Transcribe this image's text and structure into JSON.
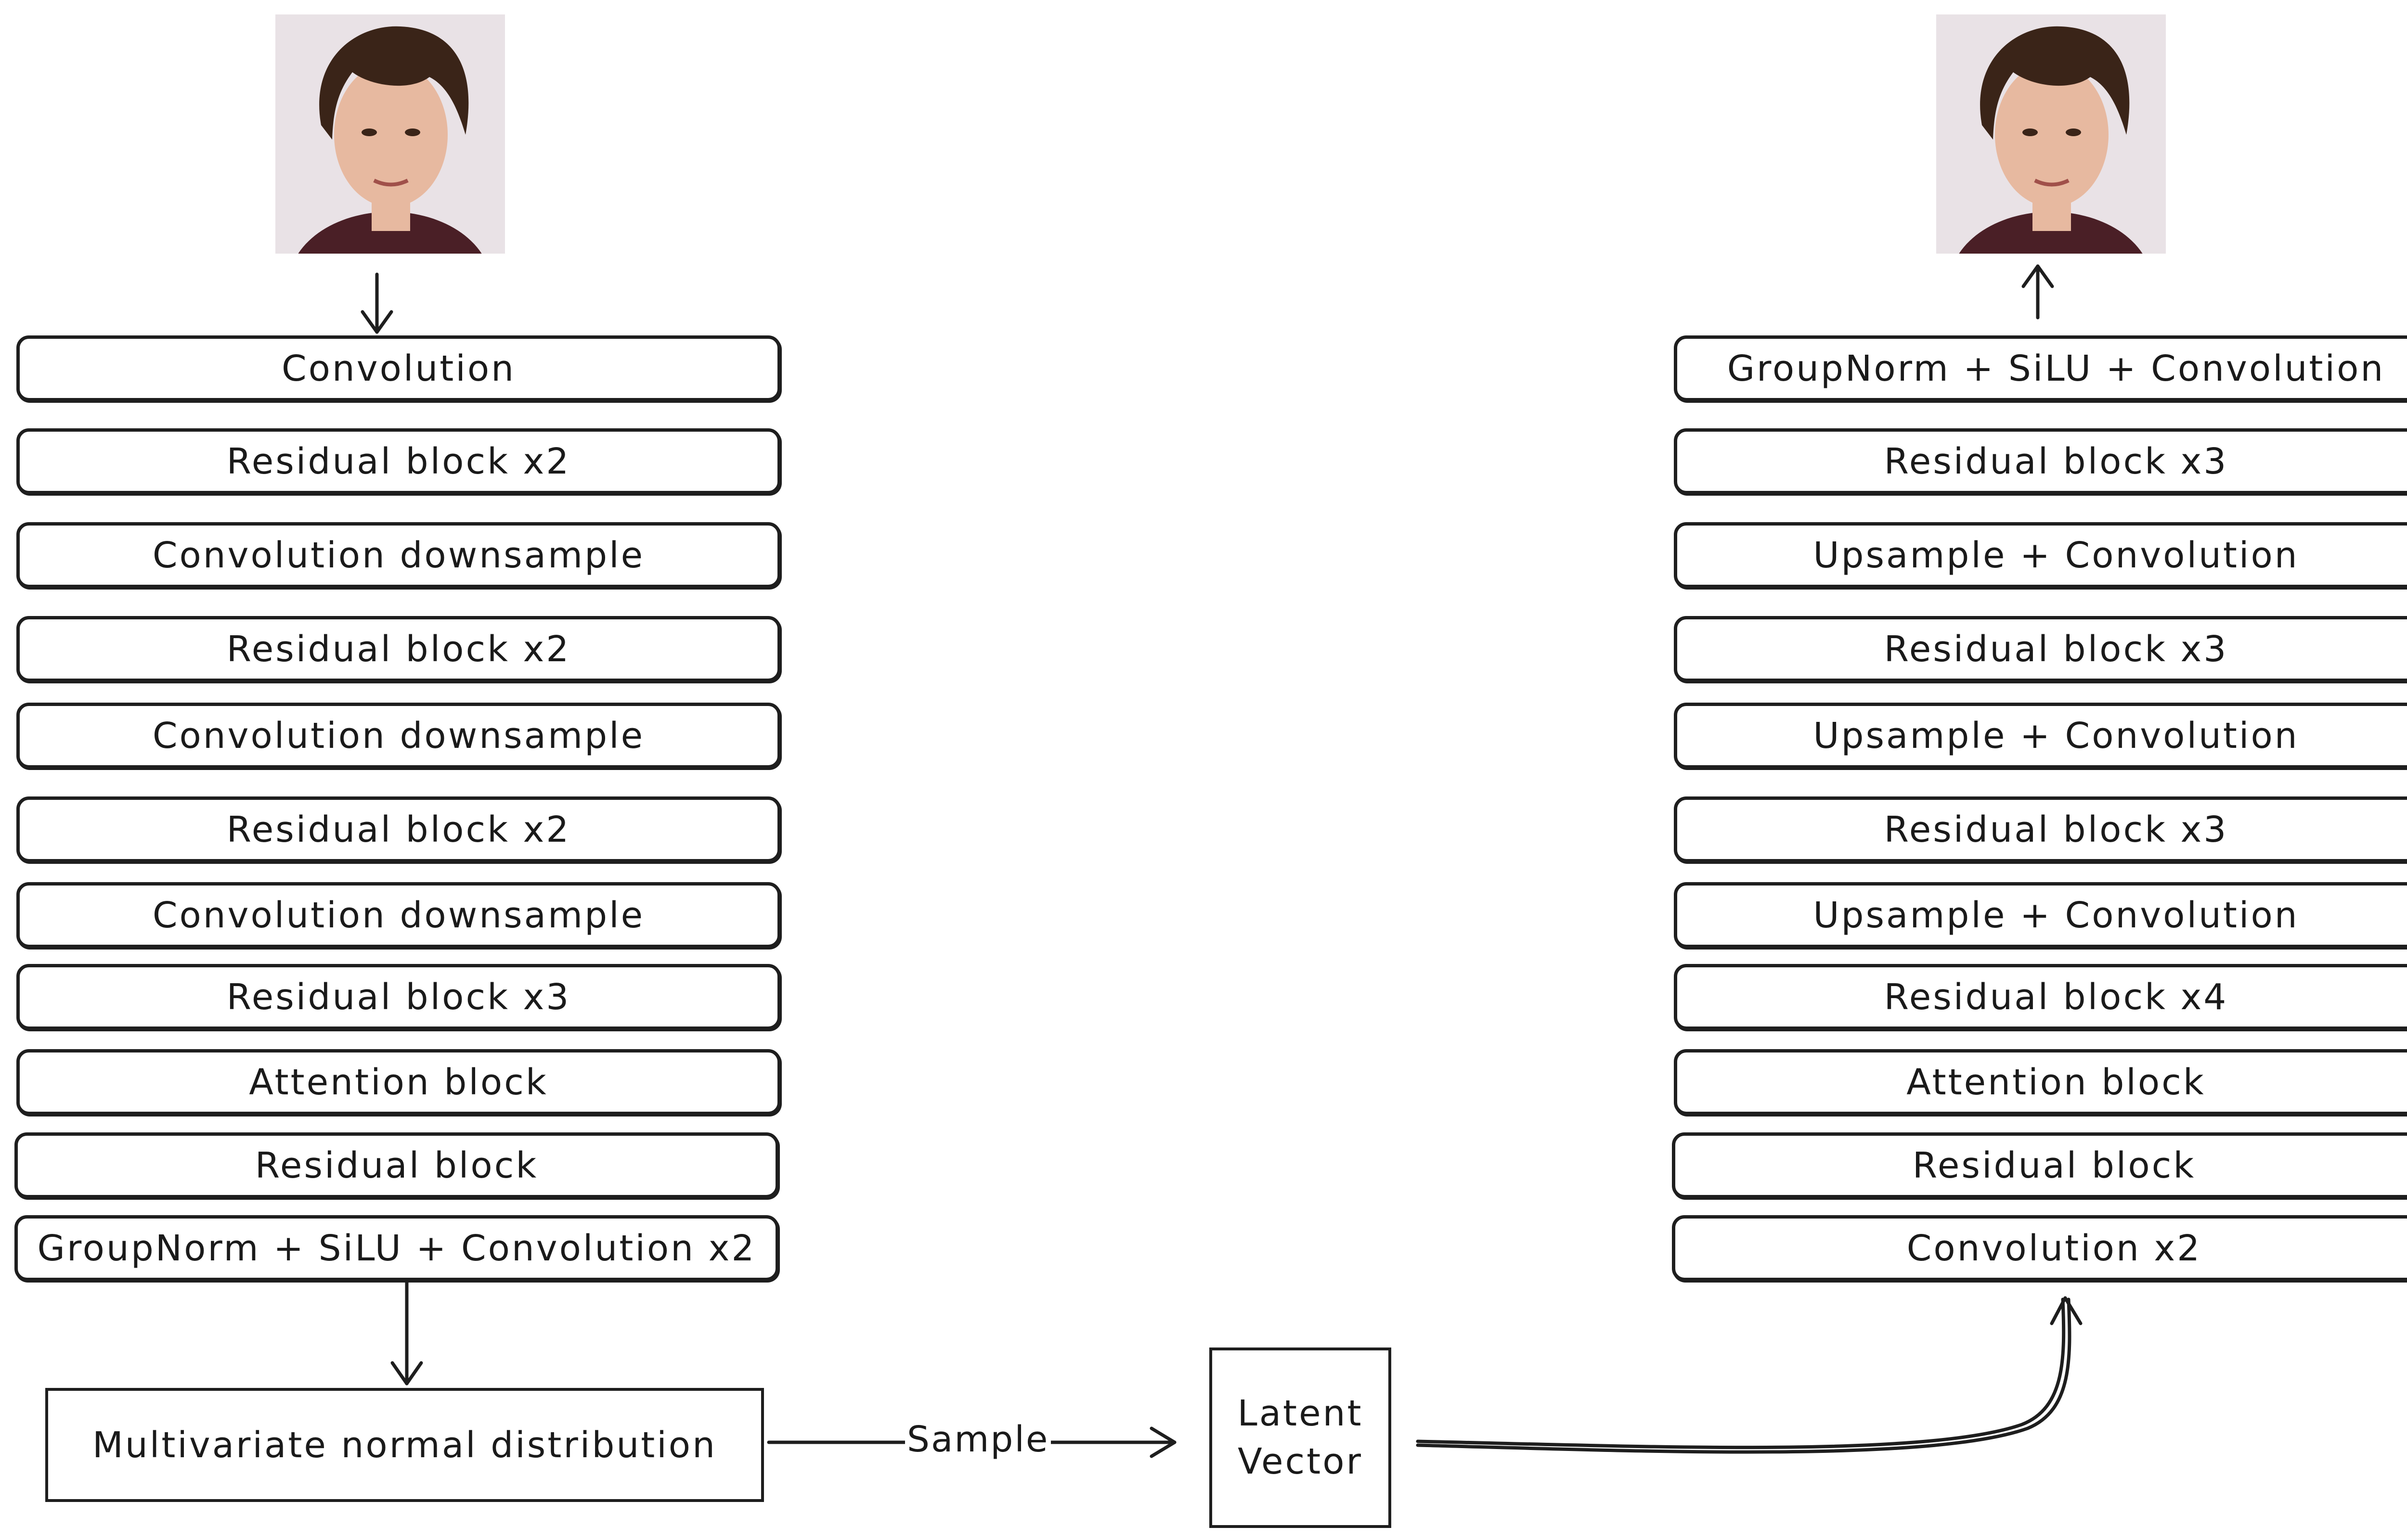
{
  "colors": {
    "ink": "#1e1e1e",
    "background": "#ffffff",
    "photo_backdrop": "#e9e2e6",
    "skin": "#e7b9a0",
    "hair": "#3a2418",
    "shirt": "#4a1f26"
  },
  "encoder": {
    "input_image_icon": "face-photo",
    "blocks": [
      "Convolution",
      "Residual block x2",
      "Convolution downsample",
      "Residual block x2",
      "Convolution downsample",
      "Residual block x2",
      "Convolution downsample",
      "Residual block x3",
      "Attention block",
      "Residual block",
      "GroupNorm + SiLU + Convolution x2"
    ]
  },
  "decoder": {
    "output_image_icon": "face-photo",
    "blocks": [
      "GroupNorm + SiLU + Convolution",
      "Residual block x3",
      "Upsample + Convolution",
      "Residual block x3",
      "Upsample + Convolution",
      "Residual block x3",
      "Upsample + Convolution",
      "Residual block x4",
      "Attention block",
      "Residual block",
      "Convolution x2"
    ]
  },
  "distribution": {
    "label": "Multivariate normal distribution"
  },
  "sample_edge": {
    "label": "Sample"
  },
  "latent": {
    "line1": "Latent",
    "line2": "Vector"
  }
}
